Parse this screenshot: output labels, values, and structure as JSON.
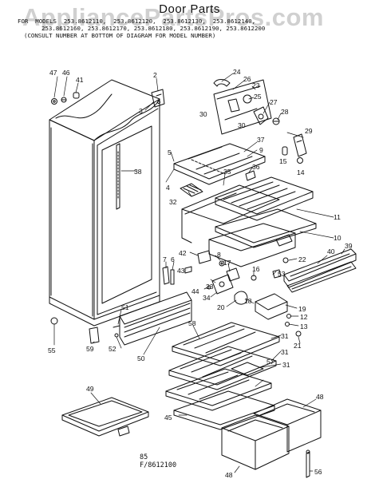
{
  "header": {
    "title": "Door Parts",
    "models_line1": "FOR  MODELS  253.8612110,  253.8612120,  253.8612130,  253.8612140,",
    "models_line2": "253.8612160, 253.8612170, 253.8612180, 253.8612190, 253.8612200",
    "models_line3": "(CONSULT NUMBER AT BOTTOM OF DIAGRAM FOR MODEL NUMBER)"
  },
  "watermark": "AppliancePartsPros.com",
  "footer": {
    "line1": "85",
    "line2": "F/8612100"
  },
  "callouts": [
    {
      "id": "c47",
      "text": "47"
    },
    {
      "id": "c46",
      "text": "46"
    },
    {
      "id": "c41",
      "text": "41"
    },
    {
      "id": "c2",
      "text": "2"
    },
    {
      "id": "c3",
      "text": "3"
    },
    {
      "id": "c24",
      "text": "24"
    },
    {
      "id": "c26",
      "text": "26"
    },
    {
      "id": "c23",
      "text": "23"
    },
    {
      "id": "c25",
      "text": "25"
    },
    {
      "id": "c27",
      "text": "27"
    },
    {
      "id": "c30a",
      "text": "30"
    },
    {
      "id": "c30b",
      "text": "30"
    },
    {
      "id": "c28",
      "text": "28"
    },
    {
      "id": "c29",
      "text": "29"
    },
    {
      "id": "c37",
      "text": "37"
    },
    {
      "id": "c9",
      "text": "9"
    },
    {
      "id": "c5",
      "text": "5"
    },
    {
      "id": "c15",
      "text": "15"
    },
    {
      "id": "c14",
      "text": "14"
    },
    {
      "id": "c38",
      "text": "38"
    },
    {
      "id": "c36",
      "text": "36"
    },
    {
      "id": "c4",
      "text": "4"
    },
    {
      "id": "c35",
      "text": "35"
    },
    {
      "id": "c32",
      "text": "32"
    },
    {
      "id": "c11",
      "text": "11"
    },
    {
      "id": "c10",
      "text": "10"
    },
    {
      "id": "c39",
      "text": "39"
    },
    {
      "id": "c40",
      "text": "40"
    },
    {
      "id": "c42",
      "text": "42"
    },
    {
      "id": "c8",
      "text": "8"
    },
    {
      "id": "c22",
      "text": "22"
    },
    {
      "id": "c7",
      "text": "7"
    },
    {
      "id": "c6",
      "text": "6"
    },
    {
      "id": "c17",
      "text": "17"
    },
    {
      "id": "c43",
      "text": "43"
    },
    {
      "id": "c16",
      "text": "16"
    },
    {
      "id": "c53",
      "text": "53"
    },
    {
      "id": "c33",
      "text": "33"
    },
    {
      "id": "c44",
      "text": "44"
    },
    {
      "id": "c34",
      "text": "34"
    },
    {
      "id": "c20",
      "text": "20"
    },
    {
      "id": "c18",
      "text": "18"
    },
    {
      "id": "c19",
      "text": "19"
    },
    {
      "id": "c12",
      "text": "12"
    },
    {
      "id": "c13",
      "text": "13"
    },
    {
      "id": "c51",
      "text": "51"
    },
    {
      "id": "c52",
      "text": "52"
    },
    {
      "id": "c50",
      "text": "50"
    },
    {
      "id": "c58",
      "text": "58"
    },
    {
      "id": "c31a",
      "text": "31"
    },
    {
      "id": "c31b",
      "text": "31"
    },
    {
      "id": "c31c",
      "text": "31"
    },
    {
      "id": "c57",
      "text": "57"
    },
    {
      "id": "c21",
      "text": "21"
    },
    {
      "id": "c55",
      "text": "55"
    },
    {
      "id": "c59",
      "text": "59"
    },
    {
      "id": "c49",
      "text": "49"
    },
    {
      "id": "c45",
      "text": "45"
    },
    {
      "id": "c48a",
      "text": "48"
    },
    {
      "id": "c48b",
      "text": "48"
    },
    {
      "id": "c56",
      "text": "56"
    }
  ]
}
